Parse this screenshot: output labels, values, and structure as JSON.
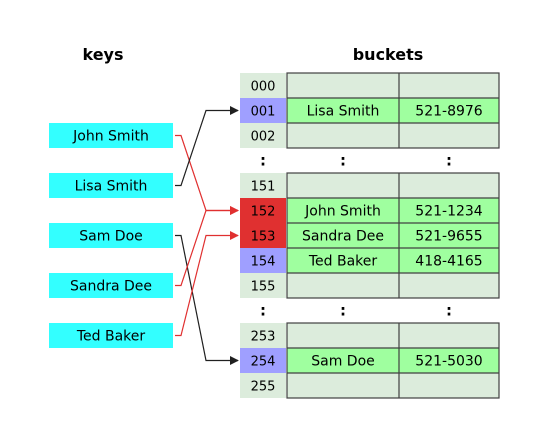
{
  "headers": {
    "keys": "keys",
    "buckets": "buckets"
  },
  "keys": [
    "John Smith",
    "Lisa Smith",
    "Sam Doe",
    "Sandra Dee",
    "Ted Baker"
  ],
  "buckets": [
    {
      "index": "000",
      "name": "",
      "phone": "",
      "state": "empty"
    },
    {
      "index": "001",
      "name": "Lisa Smith",
      "phone": "521-8976",
      "state": "filled"
    },
    {
      "index": "002",
      "name": "",
      "phone": "",
      "state": "empty"
    },
    {
      "gap": true,
      "marks": [
        ":",
        ":",
        ":"
      ]
    },
    {
      "index": "151",
      "name": "",
      "phone": "",
      "state": "empty"
    },
    {
      "index": "152",
      "name": "John Smith",
      "phone": "521-1234",
      "state": "collision"
    },
    {
      "index": "153",
      "name": "Sandra Dee",
      "phone": "521-9655",
      "state": "collision"
    },
    {
      "index": "154",
      "name": "Ted Baker",
      "phone": "418-4165",
      "state": "filled"
    },
    {
      "index": "155",
      "name": "",
      "phone": "",
      "state": "empty"
    },
    {
      "gap": true,
      "marks": [
        ":",
        ":",
        ":"
      ]
    },
    {
      "index": "253",
      "name": "",
      "phone": "",
      "state": "empty"
    },
    {
      "index": "254",
      "name": "Sam Doe",
      "phone": "521-5030",
      "state": "filled"
    },
    {
      "index": "255",
      "name": "",
      "phone": "",
      "state": "empty"
    }
  ],
  "mappings": [
    {
      "key": "John Smith",
      "bucket": "152",
      "color": "#e03030"
    },
    {
      "key": "Lisa Smith",
      "bucket": "001",
      "color": "#202020"
    },
    {
      "key": "Sam Doe",
      "bucket": "254",
      "color": "#202020"
    },
    {
      "key": "Sandra Dee",
      "bucket": "152",
      "color": "#e03030"
    },
    {
      "key": "Ted Baker",
      "bucket": "153",
      "color": "#e03030"
    }
  ],
  "colors": {
    "key_box": "#33ffff",
    "index_empty": "#dcecdc",
    "index_filled": "#9f9fff",
    "index_collision": "#e03030",
    "cell_empty": "#dcecdc",
    "cell_filled": "#9fff9f",
    "grid_line": "#404040"
  }
}
